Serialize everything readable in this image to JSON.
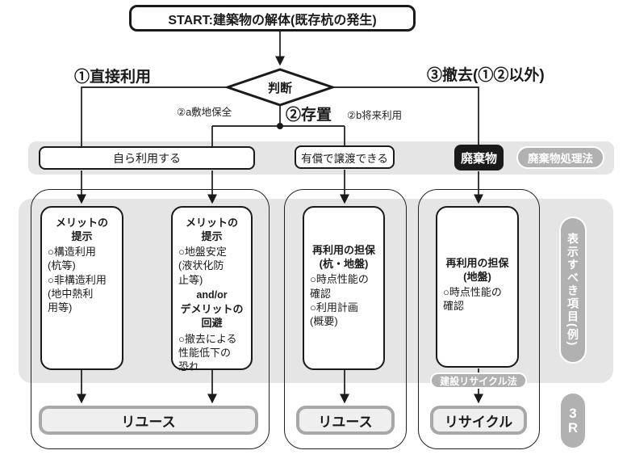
{
  "colors": {
    "ink": "#1a1a1a",
    "panel_gray": "#e5e5e5",
    "pill_gray": "#b1b1b1",
    "bar_fill": "#efefef",
    "bar_border": "#a8a8a8"
  },
  "flow": {
    "start_label": "START:建築物の解体(既存杭の発生)",
    "decision_label": "判断",
    "branch1": "①直接利用",
    "branch2a": "②a敷地保全",
    "branch2": "②存置",
    "branch2b": "②b将来利用",
    "branch3": "③撤去(①②以外)"
  },
  "band": {
    "self_use": "自ら利用する",
    "transfer": "有償で譲渡できる",
    "waste": "廃棄物",
    "waste_law_badge": "廃棄物処理法"
  },
  "columns": {
    "col1": {
      "heading": "メリットの\n提示",
      "body": "○構造利用\n(杭等)\n○非構造利用\n(地中熱利\n 用等)"
    },
    "col2": {
      "heading": "メリットの\n提示",
      "body1": "○地盤安定\n(液状化防\n 止等)",
      "connector": "and/or",
      "heading2": "デメリットの\n回避",
      "body2": "○撤去による\n 性能低下の\n 恐れ"
    },
    "col3": {
      "heading": "再利用の担保\n(杭・地盤)",
      "body": "○時点性能の\n 確認\n○利用計画\n (概要)"
    },
    "col4": {
      "heading": "再利用の担保\n(地盤)",
      "body": "○時点性能の\n 確認"
    }
  },
  "badges": {
    "recycle_law": "建設リサイクル法",
    "side_label": "表示すべき項目(例)",
    "three_r": "3\nR"
  },
  "results": {
    "reuse_a": "リユース",
    "reuse_b": "リユース",
    "recycle": "リサイクル"
  }
}
